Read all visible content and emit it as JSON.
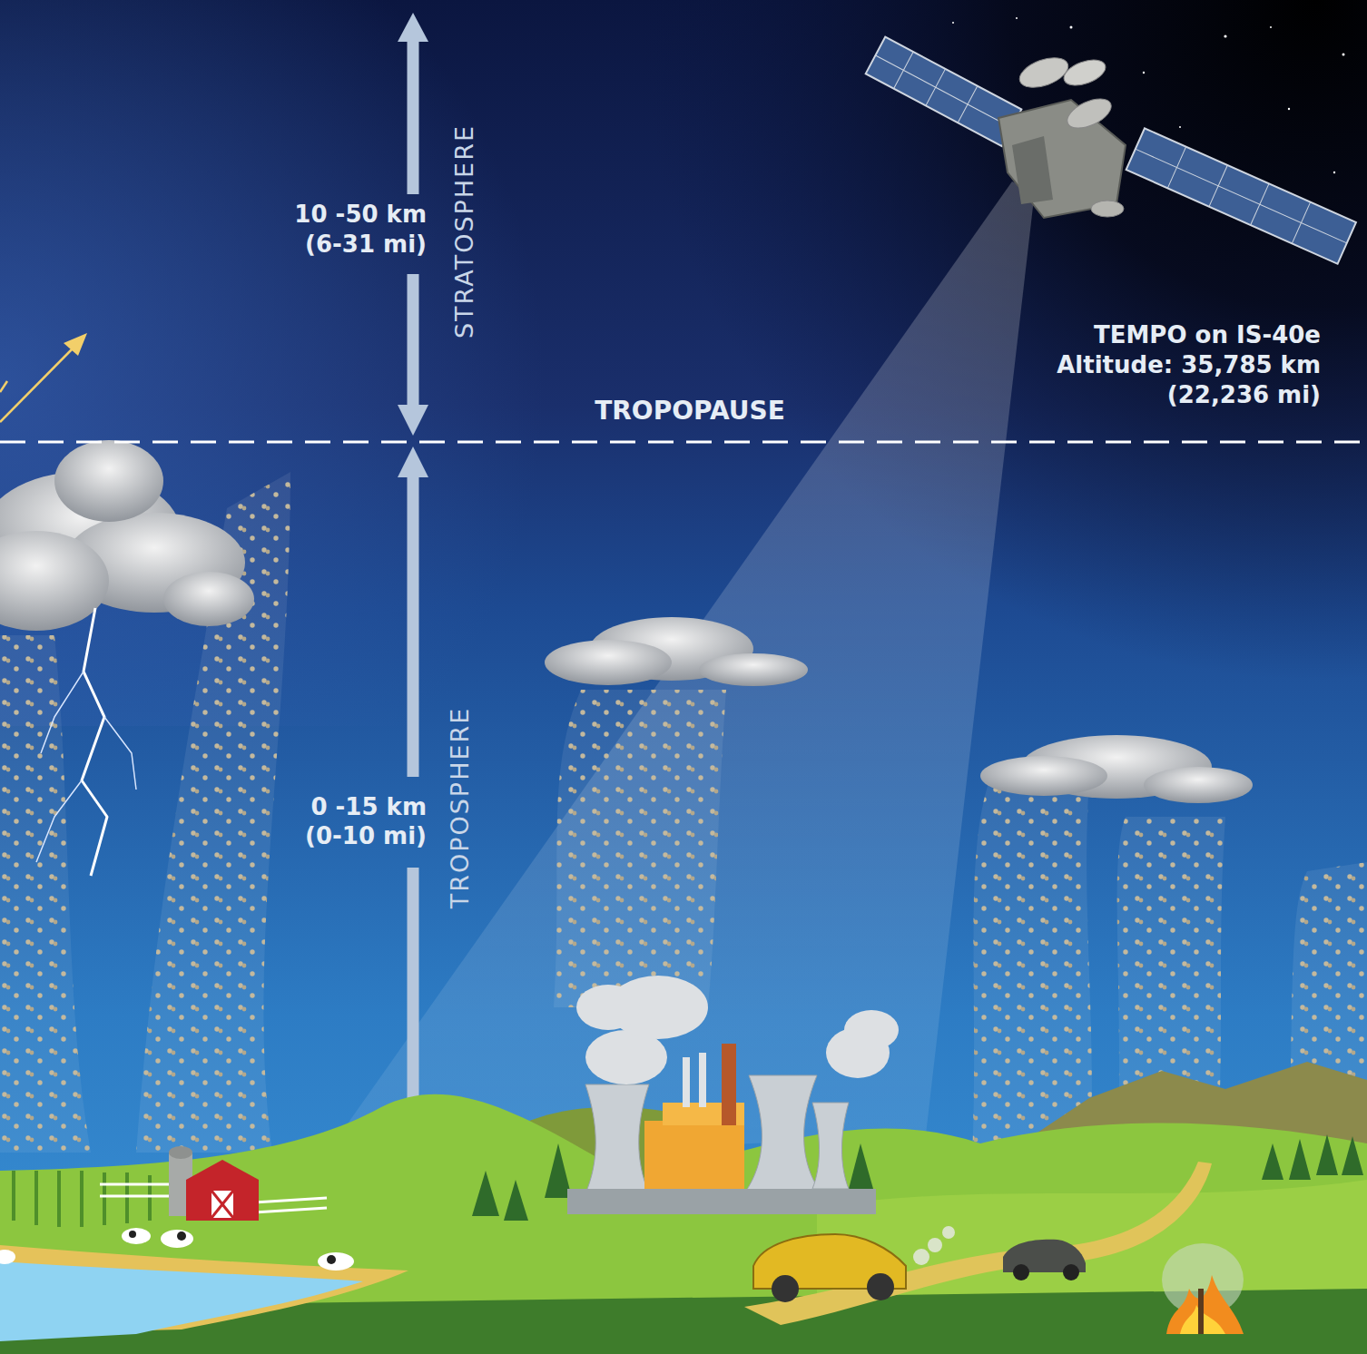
{
  "diagram": {
    "labels": [
      "10 -50 km",
      "(6-31 mi)",
      "STRATOSPHERE",
      "TROPOPAUSE",
      "0 -15 km",
      "(0-10 mi)",
      "TROPOSPHERE",
      "TEMPO on IS-40e",
      "Altitude: 35,785 km",
      "(22,236 mi)"
    ]
  }
}
